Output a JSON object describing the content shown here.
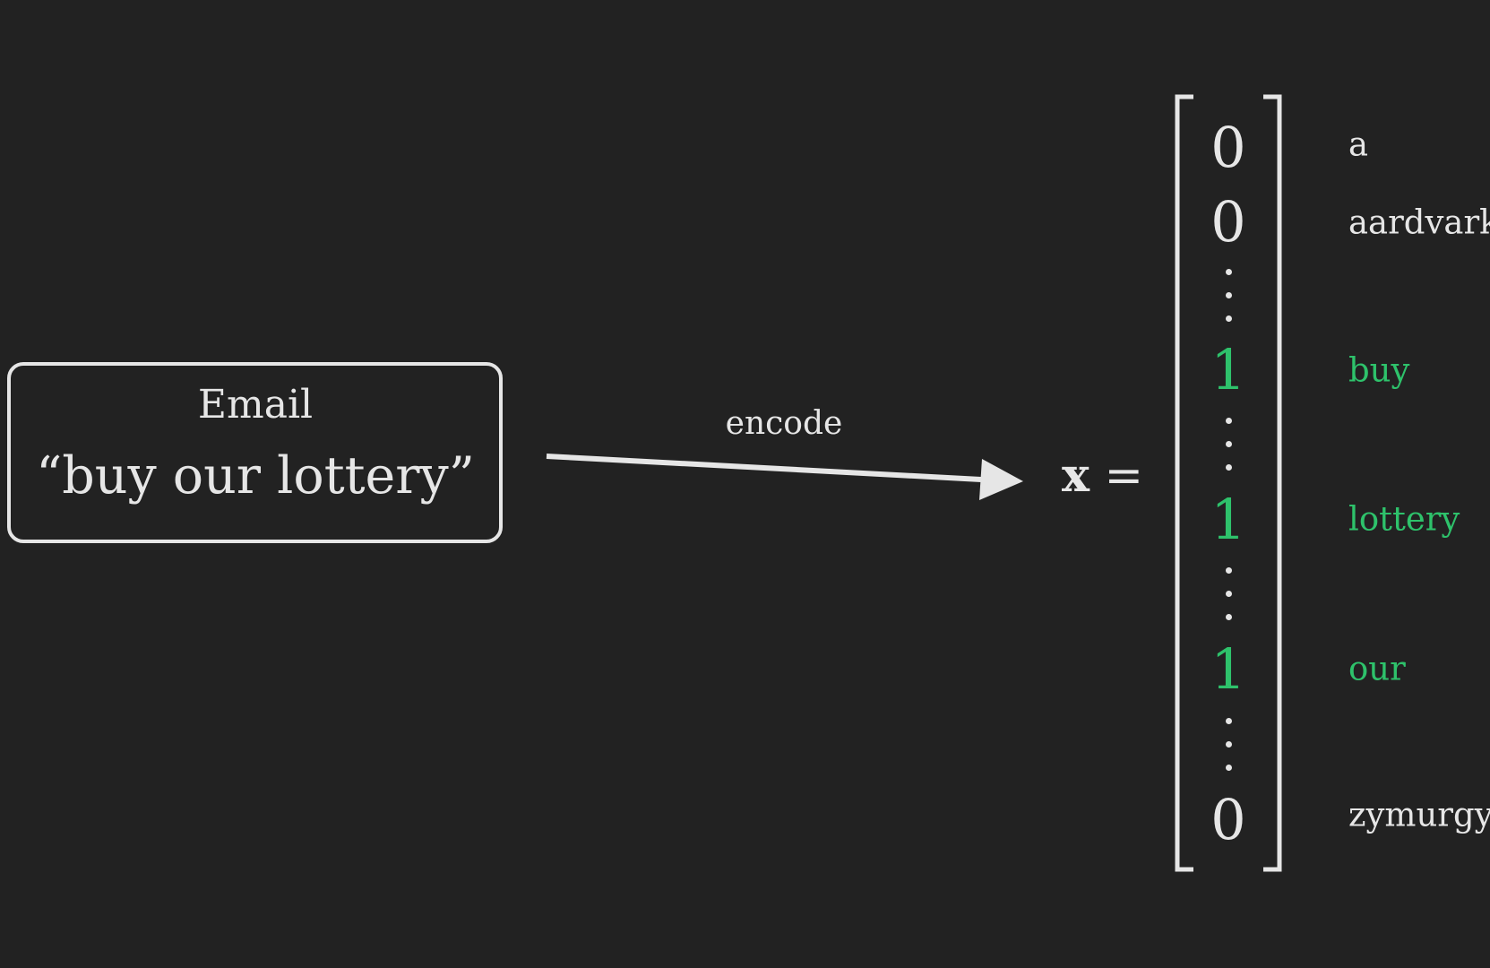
{
  "email": {
    "title": "Email",
    "body": "“buy our lottery”"
  },
  "arrow": {
    "label": "encode"
  },
  "vector": {
    "lhs_symbol": "x",
    "equals": "=",
    "entries": [
      {
        "value": "0",
        "word": "a",
        "highlighted": false
      },
      {
        "value": "0",
        "word": "aardvark",
        "highlighted": false
      },
      {
        "value": "1",
        "word": "buy",
        "highlighted": true
      },
      {
        "value": "1",
        "word": "lottery",
        "highlighted": true
      },
      {
        "value": "1",
        "word": "our",
        "highlighted": true
      },
      {
        "value": "0",
        "word": "zymurgy",
        "highlighted": false
      }
    ]
  },
  "colors": {
    "background": "#222222",
    "foreground": "#e6e6e6",
    "highlight": "#2ec26b"
  }
}
